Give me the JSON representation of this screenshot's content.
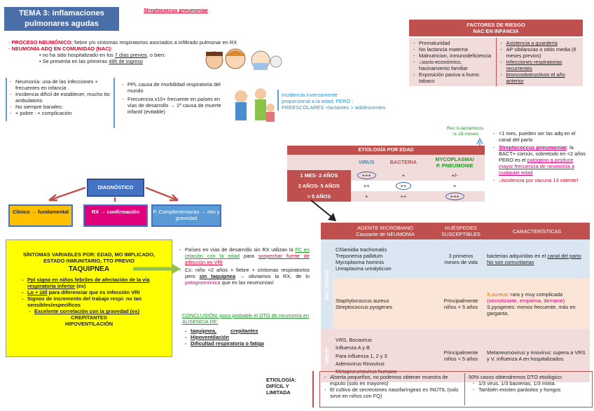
{
  "title": {
    "line1": "TEMA 3: inflamaciones",
    "line2": "pulmonares agudas"
  },
  "subtitle": "Streptococcus pneumoniae",
  "defs": {
    "pn_label": "PROCESO NEUMÓNICO:",
    "pn_text": "fiebre y/o síntomas respiratorios asociados a infiltrado pulmonar en RX",
    "nac_label": "NEUMONÍA ADQ EN COMUNIDAD (NAC):",
    "nac_1a": "no ha sido hospitalizado en los ",
    "nac_1b": "7 días previos",
    "nac_1c": ", o bien:",
    "nac_2a": "Se presenta en las primeras ",
    "nac_2b": "48h de ingreso"
  },
  "left_list": [
    "Neumonía: una de las infecciones + frecuentes en infancia .",
    "Incidencia difícil de establecer, mucho tto ambulatorio",
    "No siempre banales:",
    "+ pobre : + complicación"
  ],
  "ppl_list": [
    "PPL causa de morbilidad respiratoria del mundo",
    "Frecuencia x10+ frecuente en países en vías de desarrollo → 1ª causa de muerte infantil (evitable)"
  ],
  "incidence": {
    "line1": "Incidencia inversamente",
    "line2": "proporcional a la edad, PERO :",
    "line3": "PREESCOLARES >lactantes > adolescentes"
  },
  "risk": {
    "title1": "FACTORES DE RIESGO",
    "title2": "NAC EN INFANCIA",
    "col1": [
      "Prematuridad",
      "No lactancia materna",
      "Malnutricion, inmunodeficiencia",
      "↓socio-económico, hacinamiento familiar",
      "Exposición pasiva a humo tabaco"
    ],
    "col2": [
      "Asistencia a guardería",
      "AP sibilancias o otitis media (6 meses previos)",
      "Infecciones respiratorias recurrentes",
      "broncoobstructivos el año anterior"
    ]
  },
  "rec_beta": {
    "line1": "Rec b-lactámicos",
    "line2": "↑a 18 meses"
  },
  "etio_table": {
    "title": "ETIOLOGÍA POR EDAD",
    "h_virus": "VIRUS",
    "h_bact": "BACTERIA",
    "h_myco1": "MYCOPLASMA/",
    "h_myco2": "P. PNEUMONIE",
    "rows": [
      {
        "age": "1 MES- 2 AÑOS",
        "v": "+++",
        "b": "+",
        "m": "+/-"
      },
      {
        "age": "2 AÑOS- 5 AÑOS",
        "v": "++",
        "b": "++",
        "m": "+"
      },
      {
        "age": "> 5 AÑOS",
        "v": "+",
        "b": "++",
        "m": "+++"
      }
    ]
  },
  "strep_notes": {
    "n1": "<1 mes, pueden ser las adq en el canal del parto",
    "n2a": "Streptococcus pneumoniae",
    "n2b": ": la BACT+ común, sobretodo en <2 años PERO es el ",
    "n2c": "patógeno q produce mayor frecuencia de neumonía a cualquier edad",
    "n3": "↓incidencia por vacuna 13 valente!"
  },
  "diag": {
    "title": "DIAGNÓSTICO",
    "clin": "Clínico → fundamental",
    "rx": "RX → confirmación",
    "comp": "P. Complementarias → etio y gravedad"
  },
  "symptoms": {
    "intro": "SÍNTOMAS VARIABLES POR: EDAD, MO IMPLICADO, ESTADO INMUNITARIO, TTO PREVIO",
    "taq": "TAQUIPNEA",
    "i1a": "Ppl signo en niños ",
    "i1b": "febriles de afectación de la vía respiratoria inferior",
    "i1c": " (ex)",
    "i2a": "Lo + útil",
    "i2b": " para diferenciar que es infección VRI",
    "i3": "Signos de incremento del trabajo respi: no tan sensibles/específicos",
    "i4": "Excelente correlación con la gravedad (ex)",
    "crep": "CREPITANTES",
    "hipo": "HIPOVENTILACIÓN"
  },
  "rx_notes": {
    "p1a": "Países en vías de desarrollo sin RX utilizan la ",
    "p1b": "FC en relación con la edad",
    "p1c": " para ",
    "p1d": "sospechar fuerte de infección en VRI",
    "p2a": "Cc: niño <2 años + fiebre + síntomas respiratorios pero ",
    "p2b": "sin taquipnea",
    "p2c": " → obviamos la RX, de lo ",
    "p2d": "patognomónica",
    "p2e": " que es las neumonías!",
    "concl": "CONCLUSIÓN: poco probable el DTO de neumonía en AUSENCIA DE:",
    "c1": "taquipnea,",
    "c1b": "crepitantes",
    "c2": "Hipoventilación",
    "c3": "Dificultad respiratoria o fatiga"
  },
  "agents": {
    "h1a": "AGENTE MICROBIANO",
    "h1b": "Causante de NEUMONÍA",
    "h2a": "HUÉSPEDES",
    "h2b": "SUSCEPTIBLES",
    "h3": "CARACTERÍSTICAS",
    "side1": "BACTERIAS",
    "side2": "VIRUS*",
    "r1": {
      "agents": [
        "Chlamidia trachomatis",
        "Treponema pallidum",
        "Mycoplasma hominis",
        "Ureaplasma urealyticum"
      ],
      "host": "3 primeros meses de vida",
      "c1": "bacterias adquiridas en el ",
      "c2": "canal del parto",
      "c3": "No son comunitarias"
    },
    "r2": {
      "agents": [
        "Staphylococcus aureus",
        "Streptococcus pyogenes"
      ],
      "host": "Principalmente niños < 5 años",
      "c1": "S.aureus",
      "c2": ": rara y muy complicada ",
      "c3": "(necrotizante, empiema, derrame)",
      "c4": "S.pyogenes: menos frecuente, más en garganta."
    },
    "r3": {
      "agents": [
        "VRS, Bocavirus",
        "Influenza A y B",
        "Para influenza 1, 2 y 3",
        "Adenovirus Rinovirus",
        "Metapneumovirus humano"
      ],
      "host": "Principalmente niños < 5 años",
      "c": "Metaneumovirus y rinovirus: supera a VRS y V. influenza A en hospitalizados."
    }
  },
  "etio_final": {
    "label1": "ETIOLOGÍA:",
    "label2": "DIFÍCIL Y",
    "label3": "LIMITADA",
    "l1": "Alserta pequeños, no podemos obtener muestra de esputo (solo en mayores)",
    "l2": "El cultivo de secreciones nasofaríngeas es INÚTIL (solo sirve en niños con FQ)",
    "r0": "50% casos obtendremos DTO etiológico:",
    "r1": "1/3 virus, 1/3 bacterias, 1/3 mixta.",
    "r2": "También existen parásitos y hongos"
  },
  "colors": {
    "accent": "#c0504d",
    "brand": "#4a6ea8",
    "pink": "#f2dcdb"
  }
}
